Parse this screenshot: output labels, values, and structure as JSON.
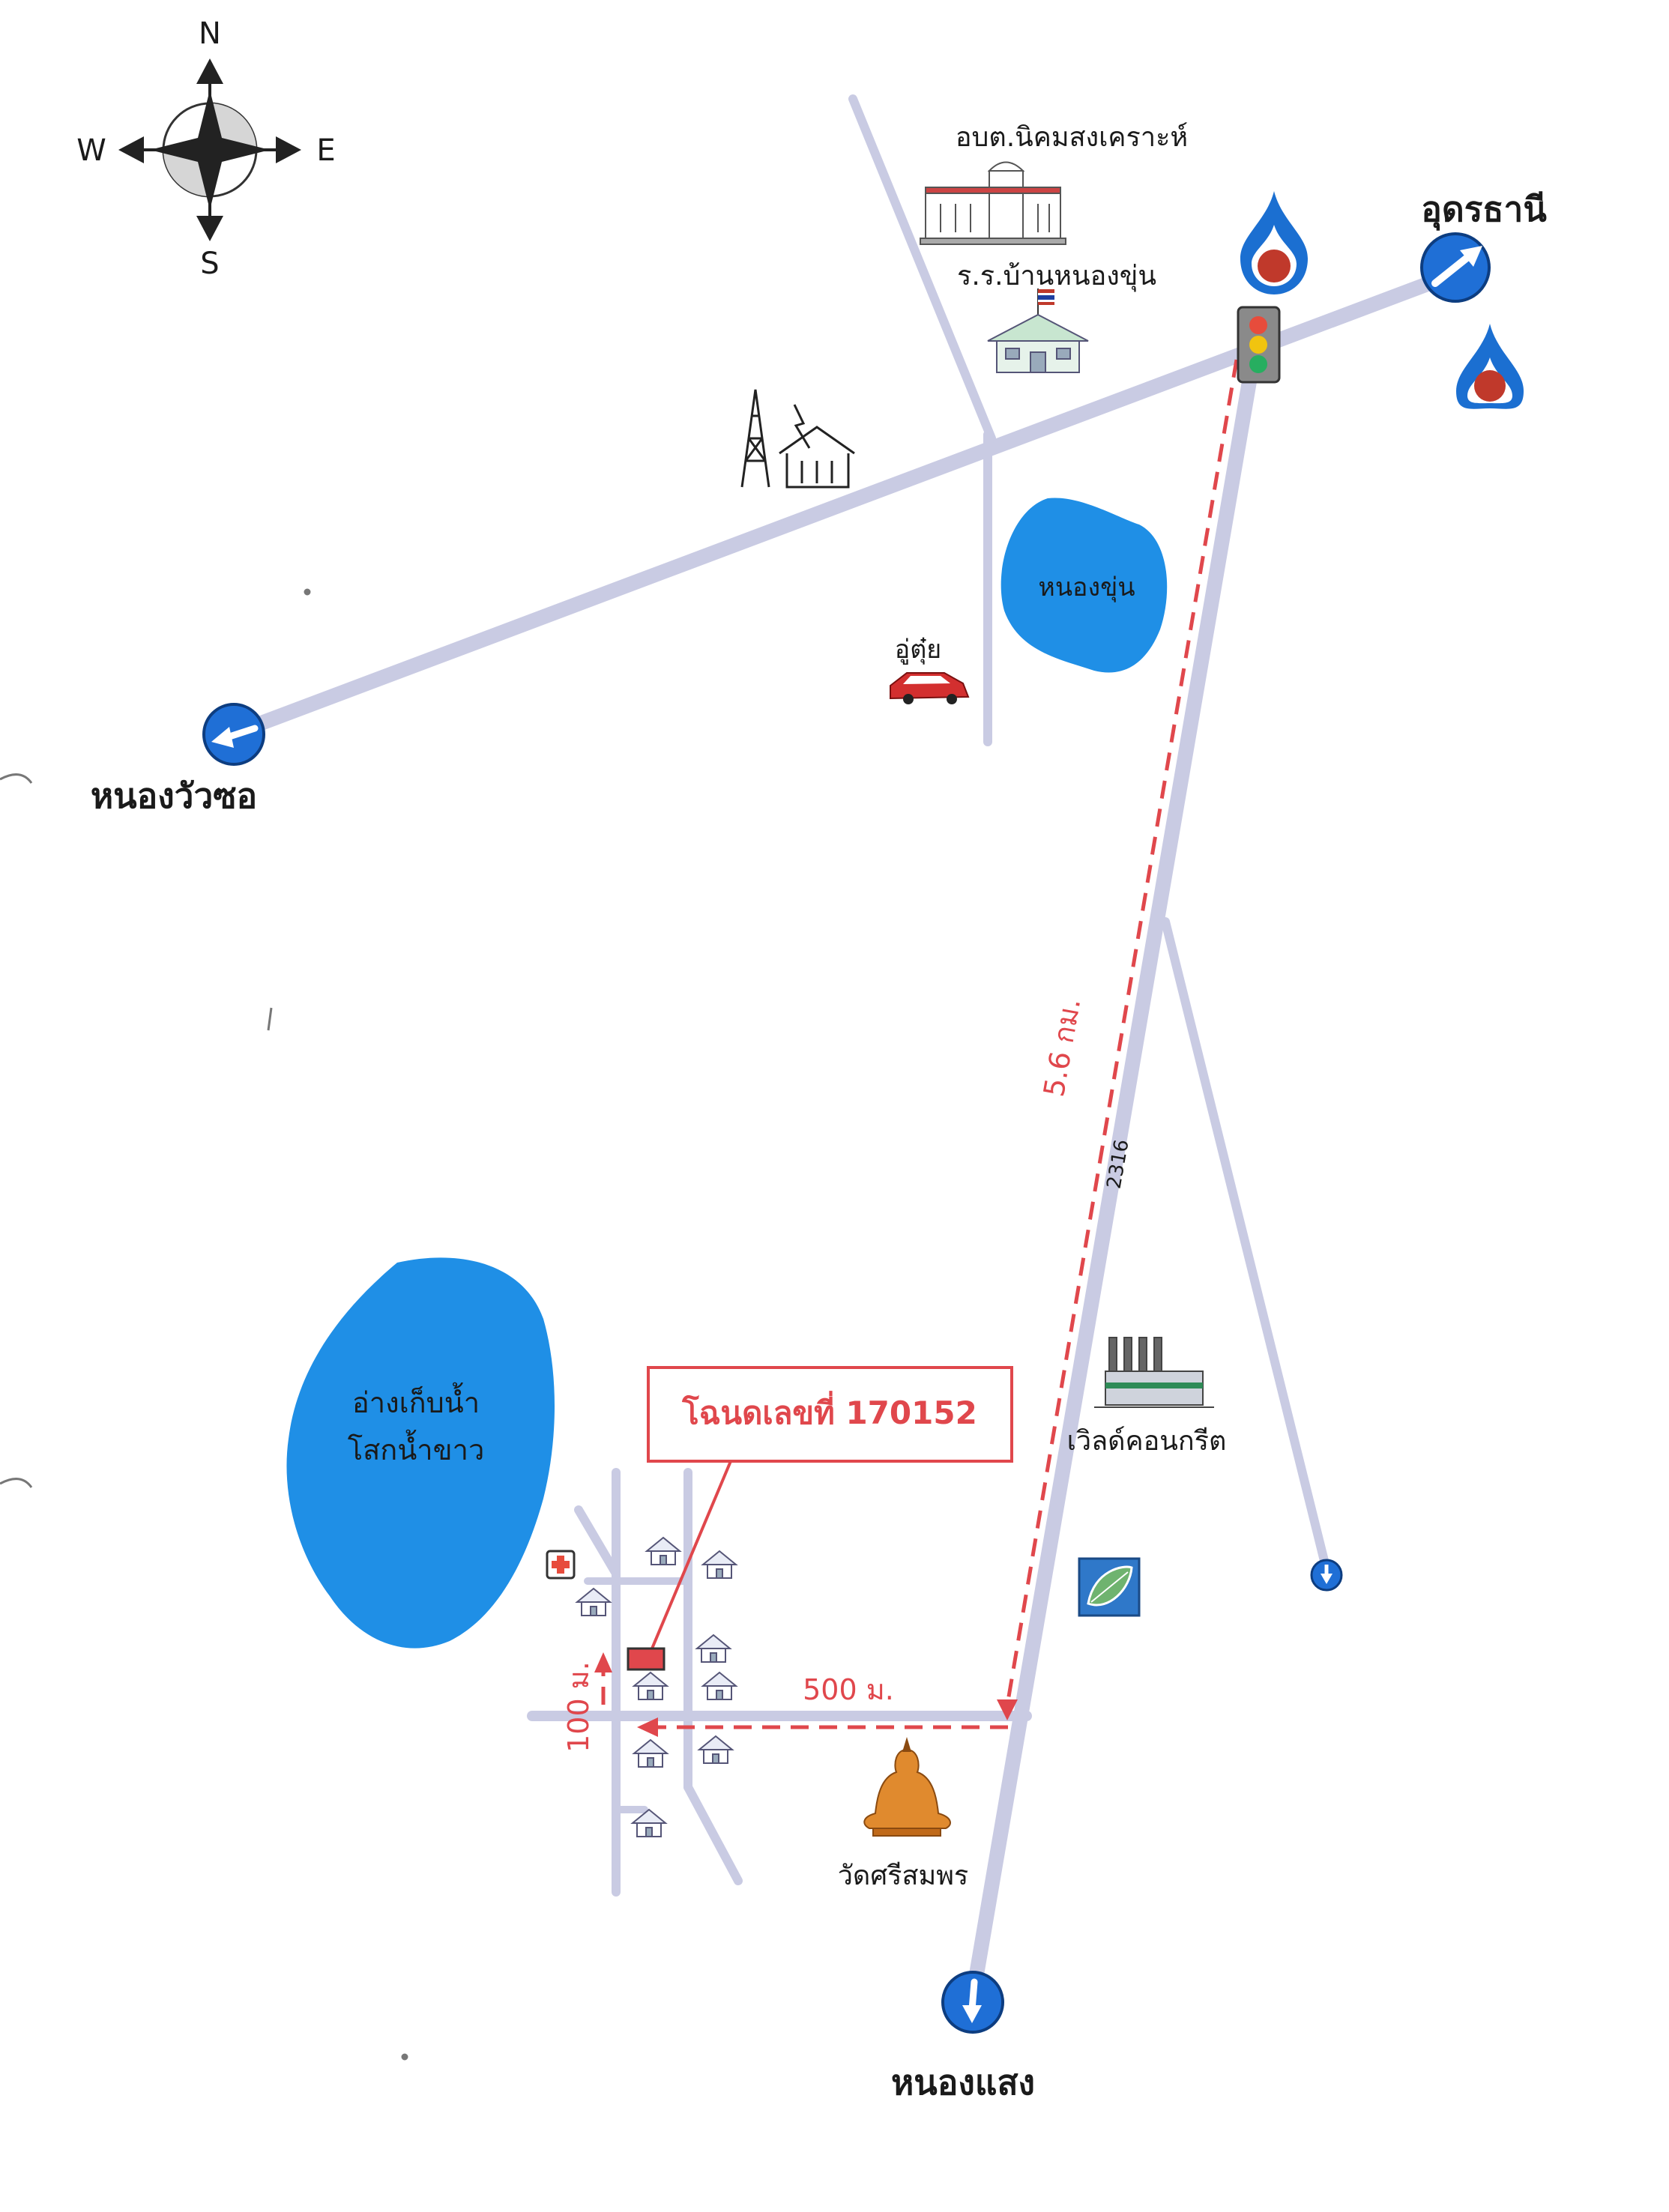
{
  "compass": {
    "north": "N",
    "south": "S",
    "east": "E",
    "west": "W"
  },
  "destinations": {
    "udon_thani": "อุดรธานี",
    "nong_wua_so": "หนองวัวซอ",
    "nong_saeng": "หนองแสง"
  },
  "places": {
    "sao_office": "อบต.นิคมสงเคราะห์",
    "school": "ร.ร.บ้านหนองขุ่น",
    "pond": "หนองขุ่น",
    "garage": "อู่ตุ๋ย",
    "reservoir_line1": "อ่างเก็บน้ำ",
    "reservoir_line2": "โสกน้ำขาว",
    "concrete_plant": "เวิลด์คอนกรีต",
    "temple": "วัดศรีสมพร"
  },
  "road_number": "2316",
  "distances": {
    "main": "5.6 กม.",
    "side": "500 ม.",
    "lane": "100 ม."
  },
  "deed": {
    "label": "โฉนดเลขที่ 170152"
  },
  "colors": {
    "road": "#c9cbe3",
    "water": "#1f8fe6",
    "route": "#e0474c",
    "sign_blue": "#1f6fd6",
    "gas_blue": "#1b6fd1",
    "gas_red": "#c0392b"
  }
}
